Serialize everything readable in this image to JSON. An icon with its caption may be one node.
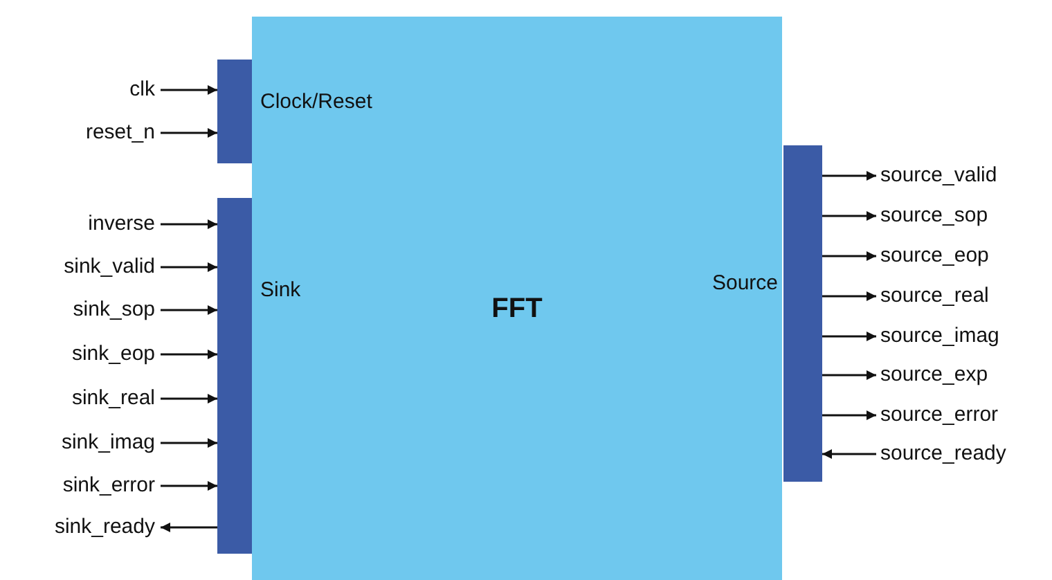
{
  "diagram": {
    "nodes": [
      {
        "text": [
          "FFT"
        ]
      },
      {
        "text": [],
        "shape": "bar"
      },
      {
        "text": [],
        "shape": "bar"
      },
      {
        "text": [],
        "shape": "bar"
      },
      {
        "text": [
          "clk"
        ]
      },
      {
        "text": [
          "reset_n"
        ]
      },
      {
        "text": [
          "inverse"
        ]
      },
      {
        "text": [
          "sink_valid"
        ]
      },
      {
        "text": [
          "sink_sop"
        ]
      },
      {
        "text": [
          "sink_eop"
        ]
      },
      {
        "text": [
          "sink_real"
        ]
      },
      {
        "text": [
          "sink_imag"
        ]
      },
      {
        "text": [
          "sink_error"
        ]
      },
      {
        "text": [
          "sink_ready"
        ]
      },
      {
        "text": [
          "source_valid"
        ]
      },
      {
        "text": [
          "source_sop"
        ]
      },
      {
        "text": [
          "source_eop"
        ]
      },
      {
        "text": [
          "source_real"
        ]
      },
      {
        "text": [
          "source_imag"
        ]
      },
      {
        "text": [
          "source_exp"
        ]
      },
      {
        "text": [
          "source_error"
        ]
      },
      {
        "text": [
          "source_ready"
        ]
      }
    ],
    "edges": [
      {
        "from": 4,
        "to": 1,
        "arrow": "to"
      },
      {
        "from": 5,
        "to": 1,
        "arrow": "to"
      },
      {
        "from": 6,
        "to": 2,
        "arrow": "to"
      },
      {
        "from": 7,
        "to": 2,
        "arrow": "to"
      },
      {
        "from": 8,
        "to": 2,
        "arrow": "to"
      },
      {
        "from": 9,
        "to": 2,
        "arrow": "to"
      },
      {
        "from": 10,
        "to": 2,
        "arrow": "to"
      },
      {
        "from": 11,
        "to": 2,
        "arrow": "to"
      },
      {
        "from": 12,
        "to": 2,
        "arrow": "to"
      },
      {
        "from": 2,
        "to": 13,
        "arrow": "to"
      },
      {
        "from": 3,
        "to": 14,
        "arrow": "to"
      },
      {
        "from": 3,
        "to": 15,
        "arrow": "to"
      },
      {
        "from": 3,
        "to": 16,
        "arrow": "to"
      },
      {
        "from": 3,
        "to": 17,
        "arrow": "to"
      },
      {
        "from": 3,
        "to": 18,
        "arrow": "to"
      },
      {
        "from": 3,
        "to": 19,
        "arrow": "to"
      },
      {
        "from": 3,
        "to": 20,
        "arrow": "to"
      },
      {
        "from": 21,
        "to": 3,
        "arrow": "to"
      }
    ],
    "labels": [
      "Clock/Reset",
      "Sink",
      "Source"
    ]
  }
}
